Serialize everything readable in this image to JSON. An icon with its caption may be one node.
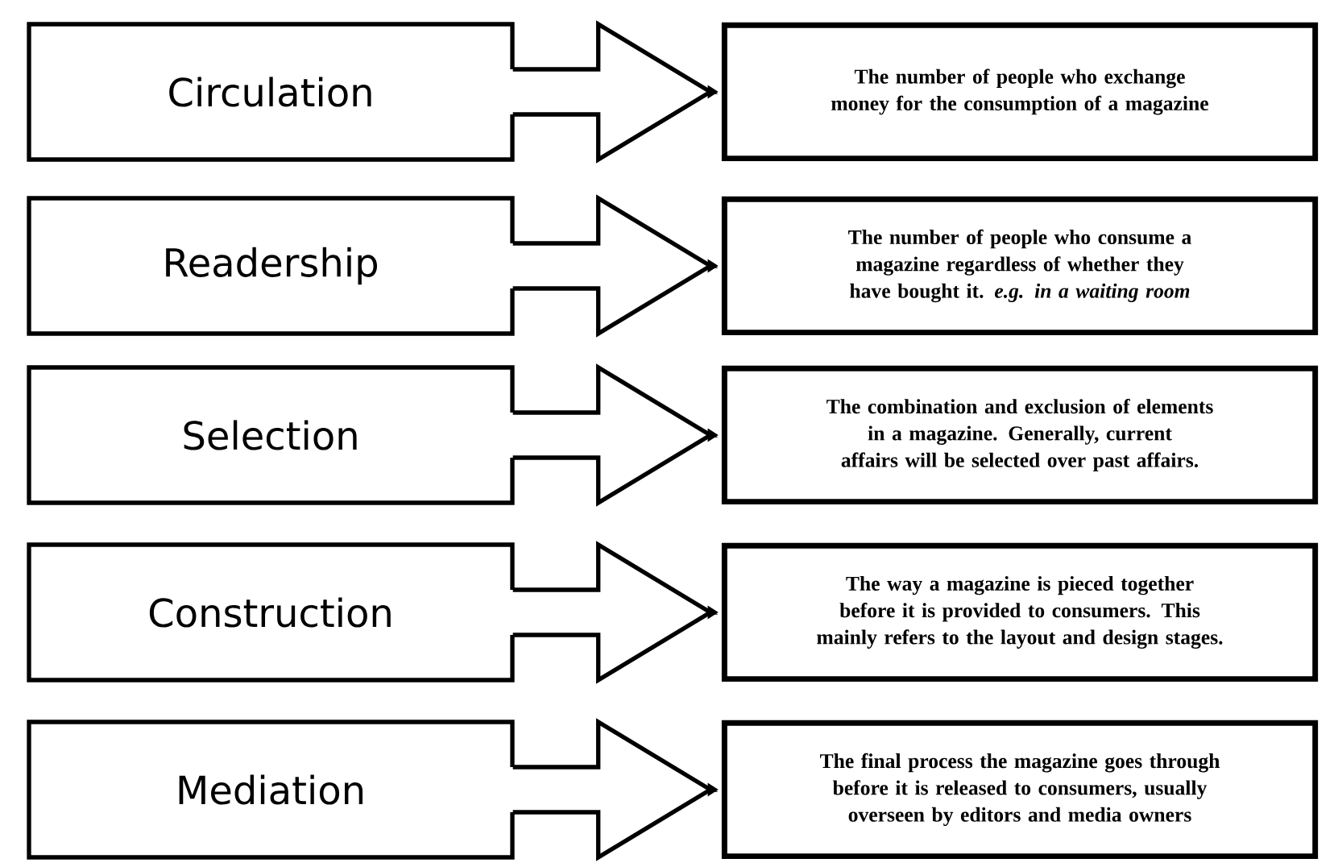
{
  "diagram": {
    "nodes": [
      {
        "text": [
          "Circulation"
        ]
      },
      {
        "text": [
          "Readership"
        ]
      },
      {
        "text": [
          "Selection"
        ]
      },
      {
        "text": [
          "Construction"
        ]
      },
      {
        "text": [
          "Mediation"
        ]
      },
      {
        "text": [
          "The number of people who exchange money for the consumption of a magazine"
        ]
      },
      {
        "text": [
          "The number of people who consume a magazine regardless of whether they have bought it. *e.g. in a waiting room*"
        ]
      },
      {
        "text": [
          "The combination and exclusion of elements in a magazine. Generally, current affairs will be selected over past affairs."
        ]
      },
      {
        "text": [
          "The way a magazine is pieced together before it is provided to consumers. This mainly refers to the layout and design stages."
        ]
      },
      {
        "text": [
          "The final process the magazine goes through before it is released to consumers, usually overseen by editors and media owners"
        ]
      }
    ],
    "edges": [
      {
        "from": 0,
        "to": 5,
        "arrow": "to"
      },
      {
        "from": 1,
        "to": 6,
        "arrow": "to"
      },
      {
        "from": 2,
        "to": 7,
        "arrow": "to"
      },
      {
        "from": 3,
        "to": 8,
        "arrow": "to"
      },
      {
        "from": 4,
        "to": 9,
        "arrow": "to"
      }
    ]
  }
}
